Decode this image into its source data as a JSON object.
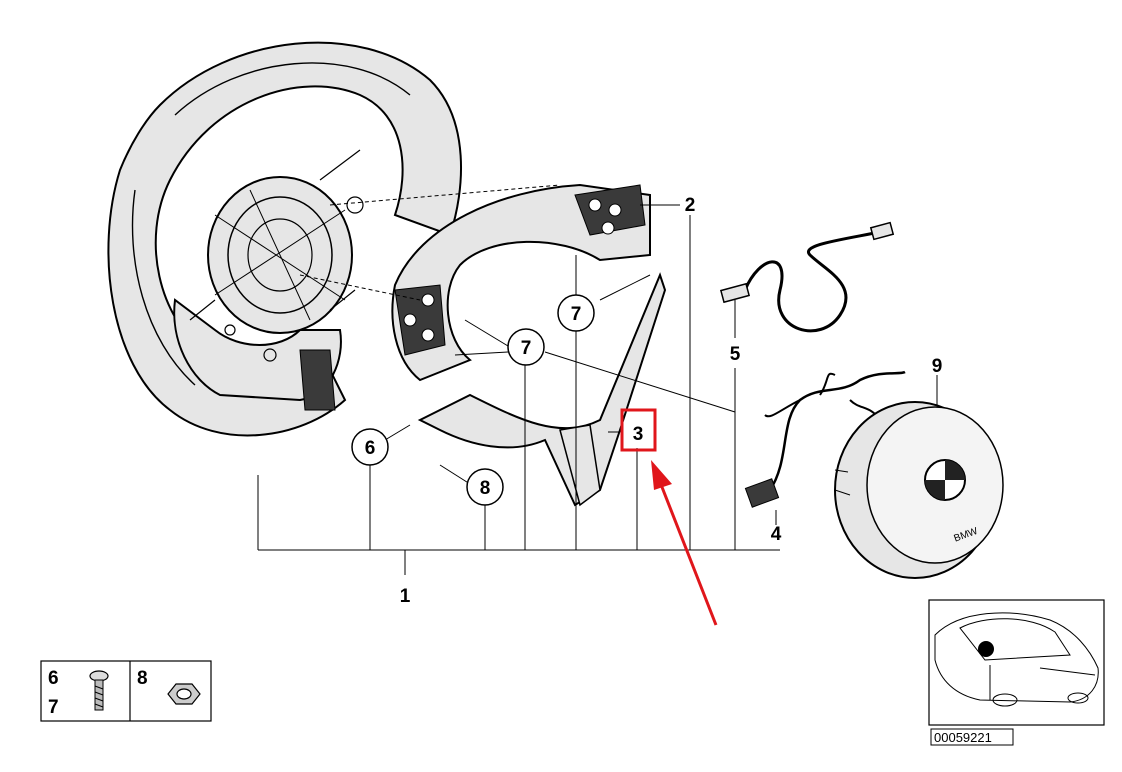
{
  "callouts": {
    "c1": "1",
    "c2": "2",
    "c3": "3",
    "c4": "4",
    "c5": "5",
    "c6": "6",
    "c7a": "7",
    "c7b": "7",
    "c8": "8",
    "c9": "9"
  },
  "legend": {
    "screw_numbers_top": "6",
    "screw_numbers_bottom": "7",
    "nut_number": "8"
  },
  "thumbnail": {
    "reference_code": "00059221"
  },
  "highlight": {
    "color": "#e0161b",
    "target_callout": "3"
  }
}
